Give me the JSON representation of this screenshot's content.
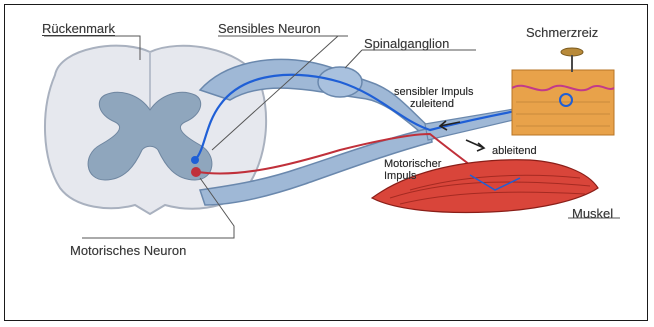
{
  "labels": {
    "rueckenmark": "Rückenmark",
    "sensibles_neuron": "Sensibles Neuron",
    "spinalganglion": "Spinalganglion",
    "schmerzreiz": "Schmerzreiz",
    "sensibler_impuls_line1": "sensibler Impuls",
    "sensibler_impuls_line2": "zuleitend",
    "ableitend": "ableitend",
    "motorischer_impuls_line1": "Motorischer",
    "motorischer_impuls_line2": "Impuls",
    "muskel": "Muskel",
    "motorisches_neuron": "Motorisches Neuron"
  },
  "colors": {
    "spinal_cord_white_matter": "#e6e8ee",
    "spinal_cord_gray_matter": "#8fa6bd",
    "nerve_bundle": "#9fb8d6",
    "sensory_fiber": "#1f5fd6",
    "motor_fiber": "#c0303a",
    "skin": "#e8a24a",
    "muscle": "#d9453a",
    "label_text": "#3a3a3a"
  },
  "icons": [
    "pin-stimulus-icon",
    "impulse-arrow-icon"
  ]
}
